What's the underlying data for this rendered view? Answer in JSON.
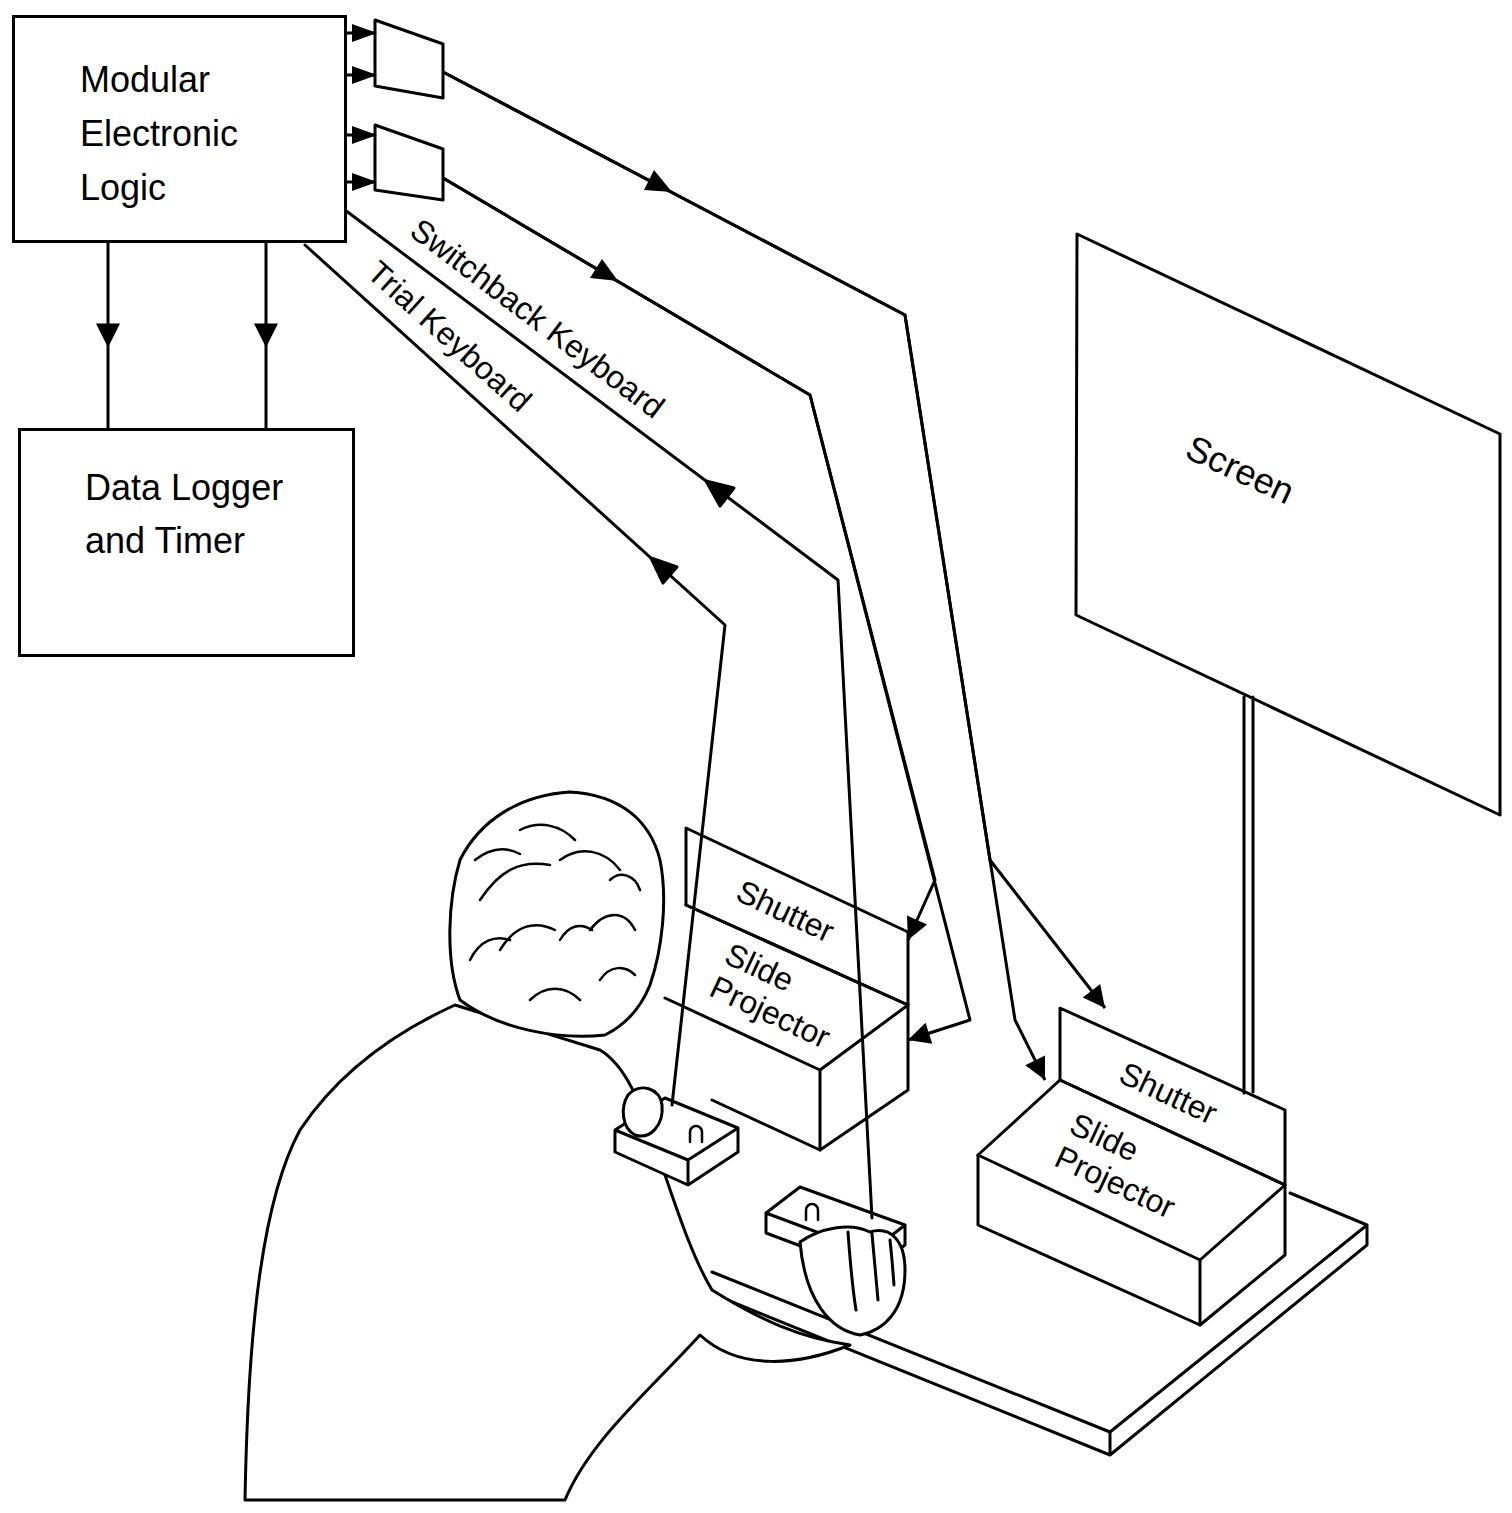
{
  "diagram": {
    "nodes": [
      {
        "text": [
          "Modular Electronic Logic"
        ]
      },
      {
        "text": [
          "Data Logger and Timer"
        ]
      },
      {
        "text": [
          "Screen"
        ]
      },
      {
        "text": [
          "Shutter"
        ]
      },
      {
        "text": [
          "Slide Projector"
        ]
      },
      {
        "text": [
          "Shutter"
        ]
      },
      {
        "text": [
          "Slide Projector"
        ]
      }
    ],
    "edges": [
      {
        "from": 0,
        "to": 1,
        "arrow": "to"
      },
      {
        "from": 0,
        "to": 1,
        "arrow": "to"
      },
      {
        "from": 0,
        "to": 5,
        "arrow": "to"
      },
      {
        "from": 0,
        "to": 6,
        "arrow": "to"
      },
      {
        "from": 0,
        "to": 3,
        "arrow": "to"
      },
      {
        "from": 0,
        "to": 4,
        "arrow": "to"
      }
    ],
    "labels": [
      "Switchback Keyboard",
      "Trial Keyboard"
    ]
  }
}
